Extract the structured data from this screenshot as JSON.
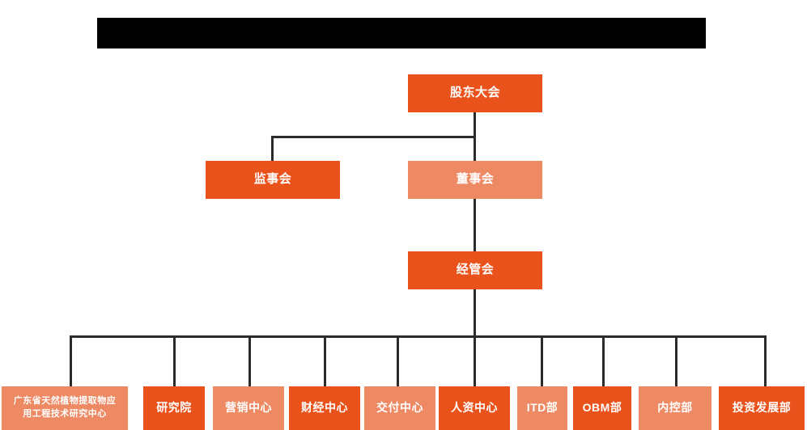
{
  "chart_data": {
    "type": "diagram",
    "title": "",
    "diagram_kind": "organizational-chart",
    "orientation": "top-down",
    "colors": {
      "primary": "#e9531b",
      "secondary": "#ee8a63",
      "connector": "#2b2b2b",
      "background": "#ffffff",
      "redaction": "#000000",
      "node_text": "#ffffff"
    },
    "levels": [
      {
        "level": 1,
        "nodes": [
          "股东大会"
        ]
      },
      {
        "level": 2,
        "nodes": [
          "监事会",
          "董事会"
        ]
      },
      {
        "level": 3,
        "nodes": [
          "经管会"
        ]
      },
      {
        "level": 4,
        "nodes": [
          "广东省天然植物提取物应用工程技术研究中心",
          "研究院",
          "营销中心",
          "财经中心",
          "交付中心",
          "人资中心",
          "ITD部",
          "OBM部",
          "内控部",
          "投资发展部"
        ]
      }
    ],
    "edges": [
      {
        "from": "股东大会",
        "to": "监事会"
      },
      {
        "from": "股东大会",
        "to": "董事会"
      },
      {
        "from": "董事会",
        "to": "经管会"
      },
      {
        "from": "经管会",
        "to": "广东省天然植物提取物应用工程技术研究中心"
      },
      {
        "from": "经管会",
        "to": "研究院"
      },
      {
        "from": "经管会",
        "to": "营销中心"
      },
      {
        "from": "经管会",
        "to": "财经中心"
      },
      {
        "from": "经管会",
        "to": "交付中心"
      },
      {
        "from": "经管会",
        "to": "人资中心"
      },
      {
        "from": "经管会",
        "to": "ITD部"
      },
      {
        "from": "经管会",
        "to": "OBM部"
      },
      {
        "from": "经管会",
        "to": "内控部"
      },
      {
        "from": "经管会",
        "to": "投资发展部"
      }
    ]
  },
  "header": {
    "redacted_bar_label": ""
  },
  "chart": {
    "level1": {
      "shareholders_meeting": "股东大会"
    },
    "level2": {
      "supervisory_board": "监事会",
      "board_of_directors": "董事会"
    },
    "level3": {
      "management_committee": "经管会"
    },
    "departments": [
      {
        "label": "广东省天然植物提取物应用工程技术研究中心",
        "line1": "广东省天然植物提取物应",
        "line2": "用工程技术研究中心",
        "tone": "secondary"
      },
      {
        "label": "研究院",
        "tone": "primary"
      },
      {
        "label": "营销中心",
        "tone": "secondary"
      },
      {
        "label": "财经中心",
        "tone": "primary"
      },
      {
        "label": "交付中心",
        "tone": "secondary"
      },
      {
        "label": "人资中心",
        "tone": "primary"
      },
      {
        "label": "ITD部",
        "tone": "secondary"
      },
      {
        "label": "OBM部",
        "tone": "primary"
      },
      {
        "label": "内控部",
        "tone": "secondary"
      },
      {
        "label": "投资发展部",
        "tone": "primary"
      }
    ]
  }
}
